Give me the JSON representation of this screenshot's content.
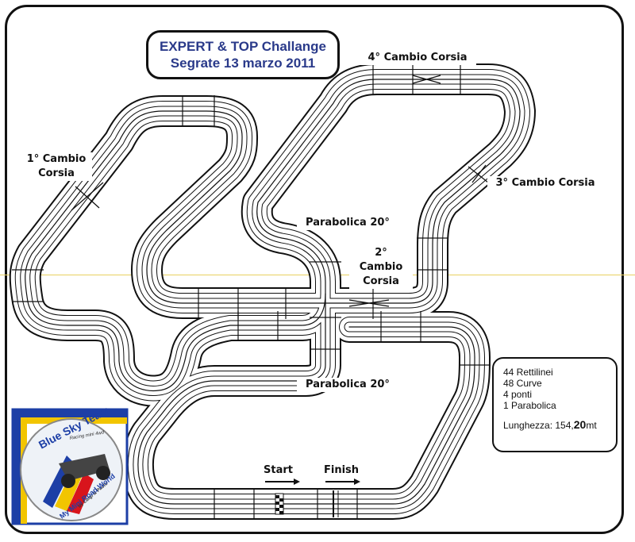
{
  "title": {
    "line1": "EXPERT & TOP Challange",
    "line2": "Segrate 13 marzo 2011"
  },
  "labels": {
    "cambio1_line1": "1° Cambio",
    "cambio1_line2": "Corsia",
    "cambio2_line1": "2°",
    "cambio2_line2": "Cambio",
    "cambio2_line3": "Corsia",
    "cambio3": "3° Cambio Corsia",
    "cambio4": "4° Cambio Corsia",
    "parabolica_upper": "Parabolica 20°",
    "parabolica_lower": "Parabolica 20°",
    "start": "Start",
    "finish": "Finish"
  },
  "stats": {
    "rettilinei": "44 Rettilinei",
    "curve": "48 Curve",
    "ponti": "4 ponti",
    "parabolica": "1 Parabolica",
    "lunghezza_label": "Lunghezza: 15",
    "lunghezza_mid": "4,",
    "lunghezza_bold": "20",
    "lunghezza_unit": "mt"
  },
  "logo": {
    "team": "Blue Sky Team",
    "tagline": "Racing mini 4wd",
    "author": "by Luigi & Paolo",
    "world": "My Mini Road World"
  },
  "colors": {
    "blue": "#1d3fa6",
    "yellow": "#f2c500",
    "red": "#d8141c",
    "title": "#2a3a8a"
  }
}
